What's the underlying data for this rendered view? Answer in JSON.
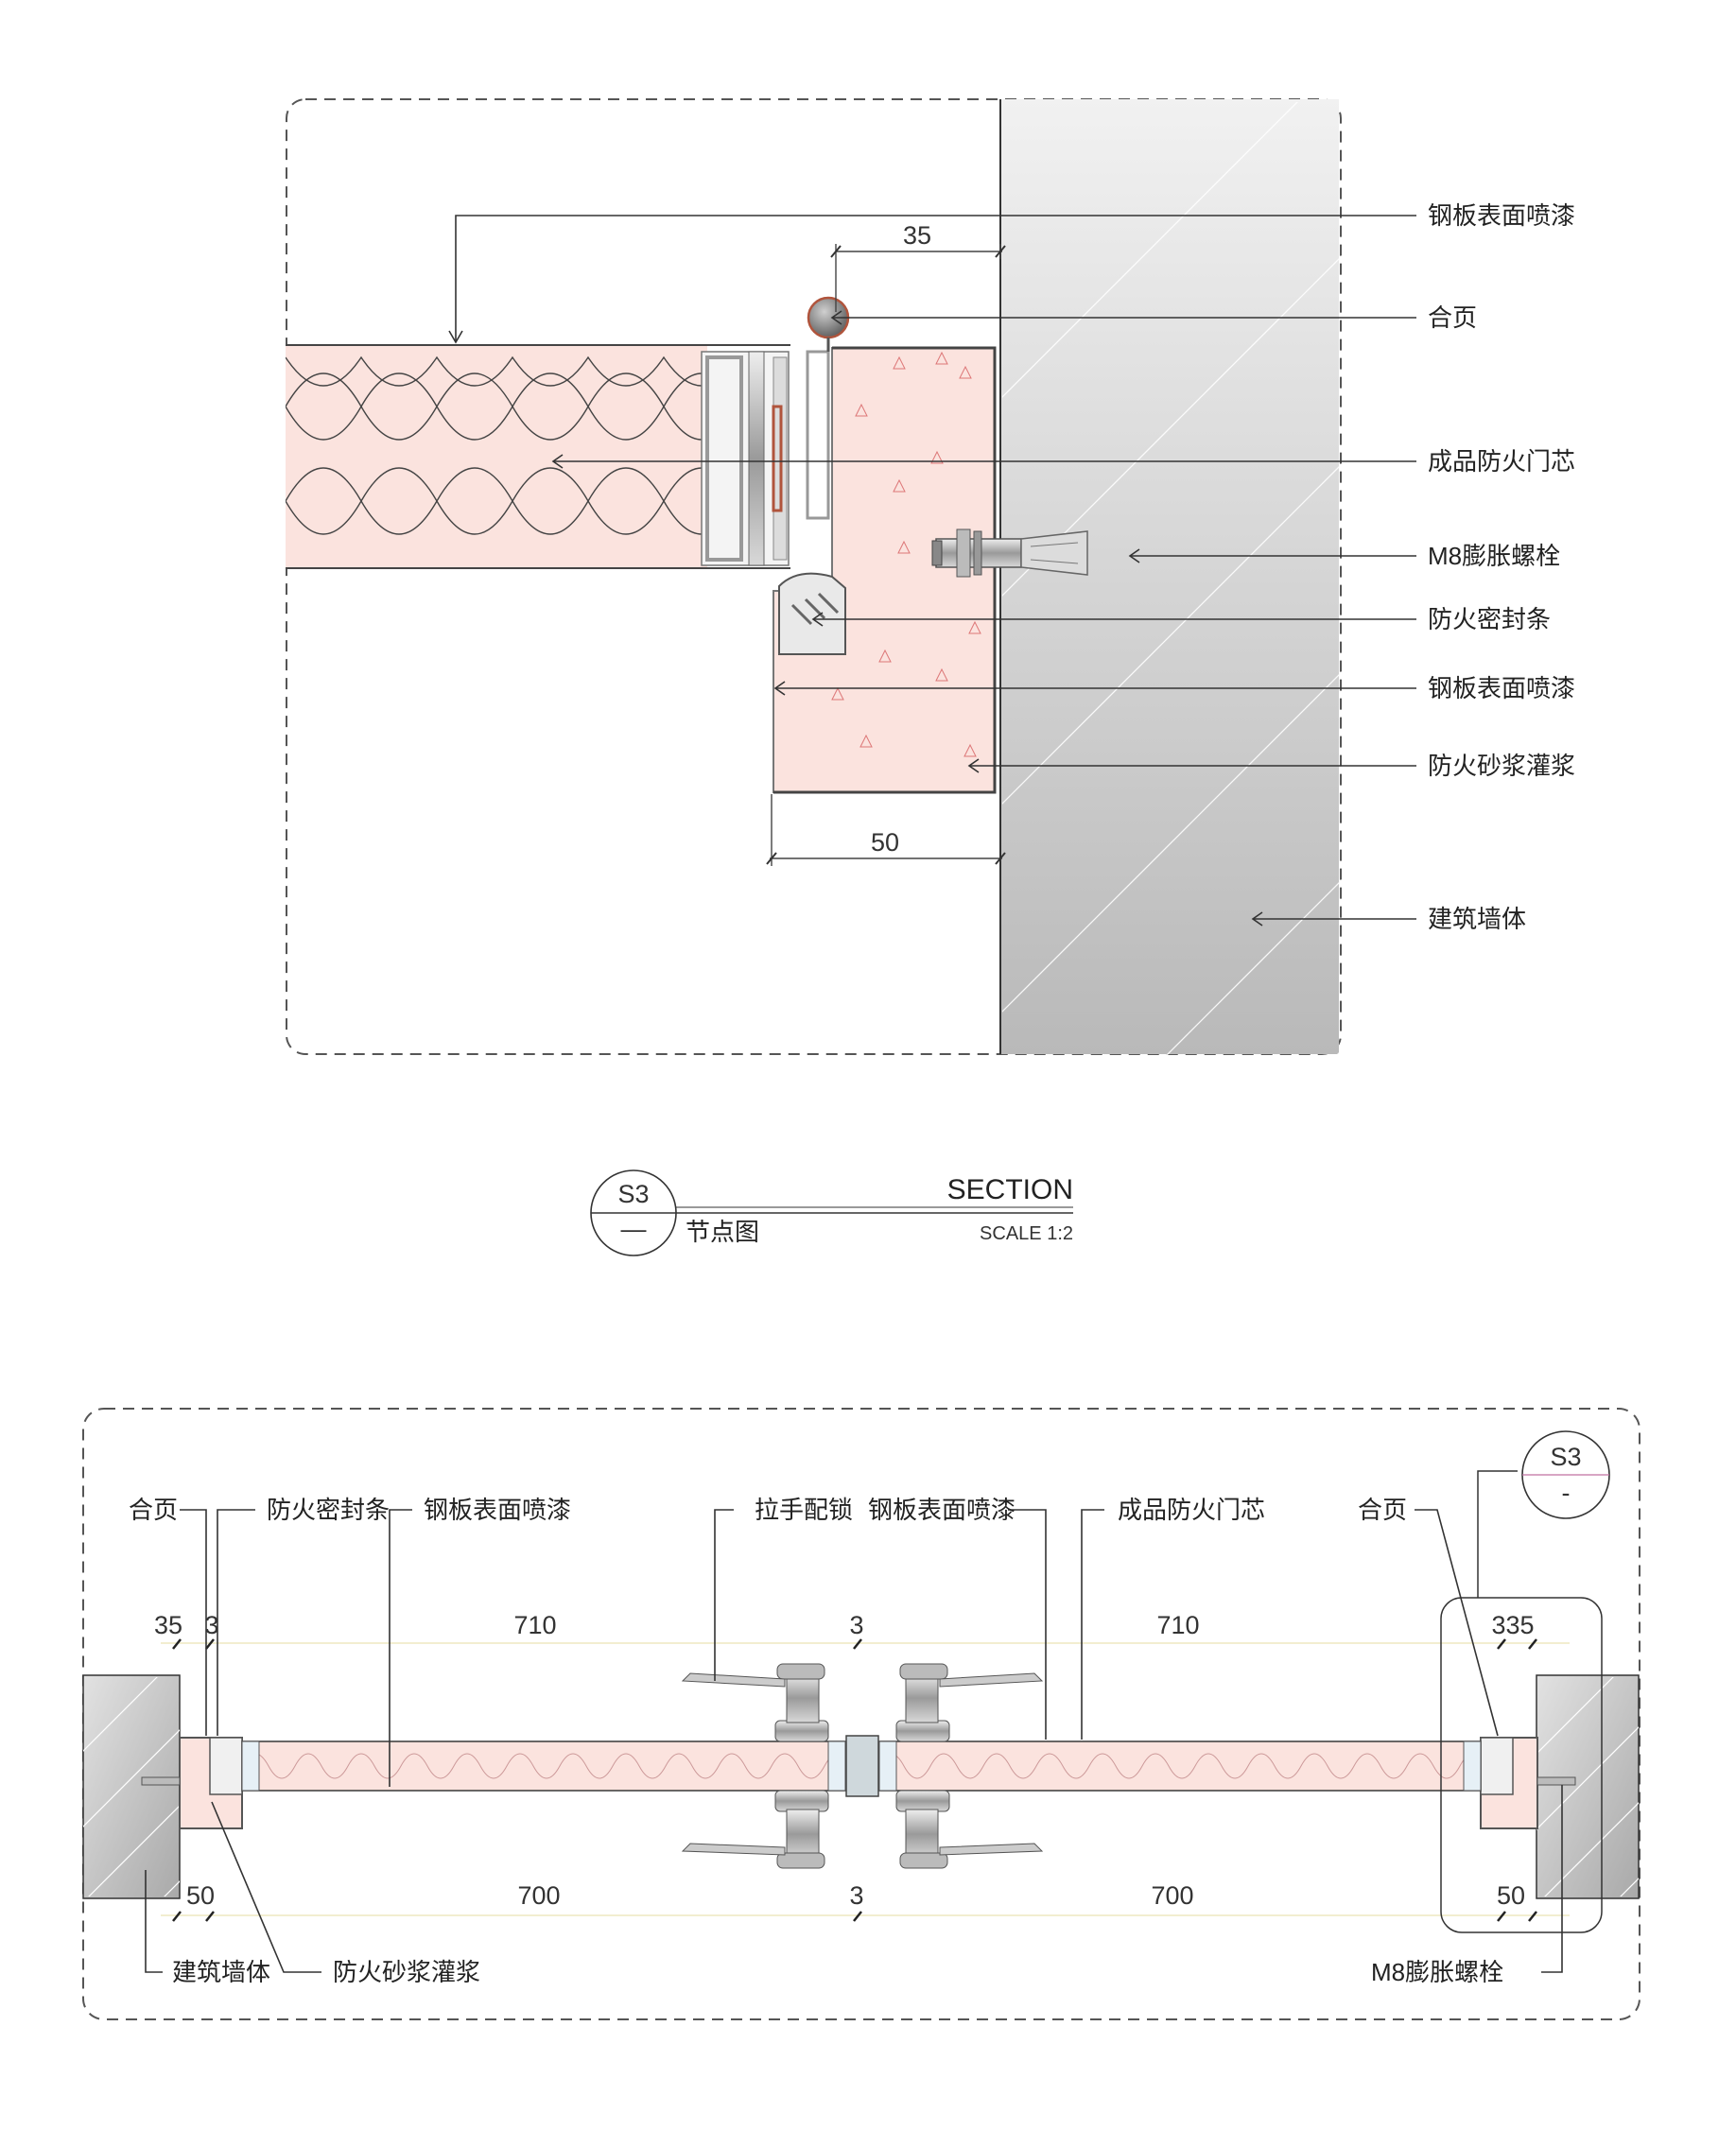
{
  "section_node": {
    "labels": {
      "steel_paint_top": "钢板表面喷漆",
      "hinge": "合页",
      "fire_core": "成品防火门芯",
      "bolt": "M8膨胀螺栓",
      "seal": "防火密封条",
      "steel_paint_frame": "钢板表面喷漆",
      "mortar": "防火砂浆灌浆",
      "wall": "建筑墙体"
    },
    "dims": {
      "top": "35",
      "bottom": "50"
    }
  },
  "title_block": {
    "ref": "S3",
    "sheet": "—",
    "title_cn": "节点图",
    "title_en": "SECTION",
    "scale": "SCALE 1:2"
  },
  "plan": {
    "labels": {
      "hinge_left": "合页",
      "seal": "防火密封条",
      "steel_paint_left": "钢板表面喷漆",
      "handle": "拉手配锁",
      "steel_paint_right": "钢板表面喷漆",
      "fire_core": "成品防火门芯",
      "hinge_right": "合页",
      "wall": "建筑墙体",
      "mortar": "防火砂浆灌浆",
      "bolt": "M8膨胀螺栓"
    },
    "callout": {
      "ref": "S3",
      "sheet": "-"
    },
    "dims_top": [
      "35",
      "3",
      "710",
      "3",
      "710",
      "335"
    ],
    "dims_bottom": [
      "50",
      "700",
      "3",
      "700",
      "50"
    ]
  },
  "colors": {
    "fill": "#fbe3de",
    "wall": "#c8c8c8",
    "line": "#333333"
  }
}
